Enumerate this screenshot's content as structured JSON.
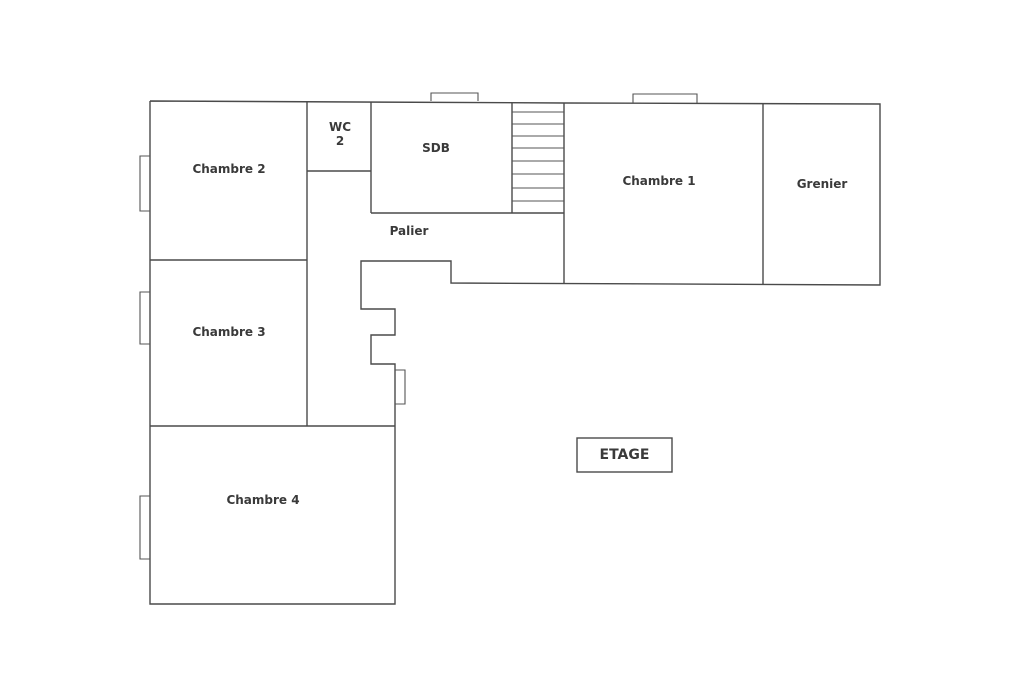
{
  "plan": {
    "title": "ETAGE",
    "rooms": {
      "chambre2": "Chambre 2",
      "wc_line1": "WC",
      "wc_line2": "2",
      "sdb": "SDB",
      "chambre1": "Chambre 1",
      "grenier": "Grenier",
      "palier": "Palier",
      "chambre3": "Chambre 3",
      "chambre4": "Chambre 4"
    }
  }
}
